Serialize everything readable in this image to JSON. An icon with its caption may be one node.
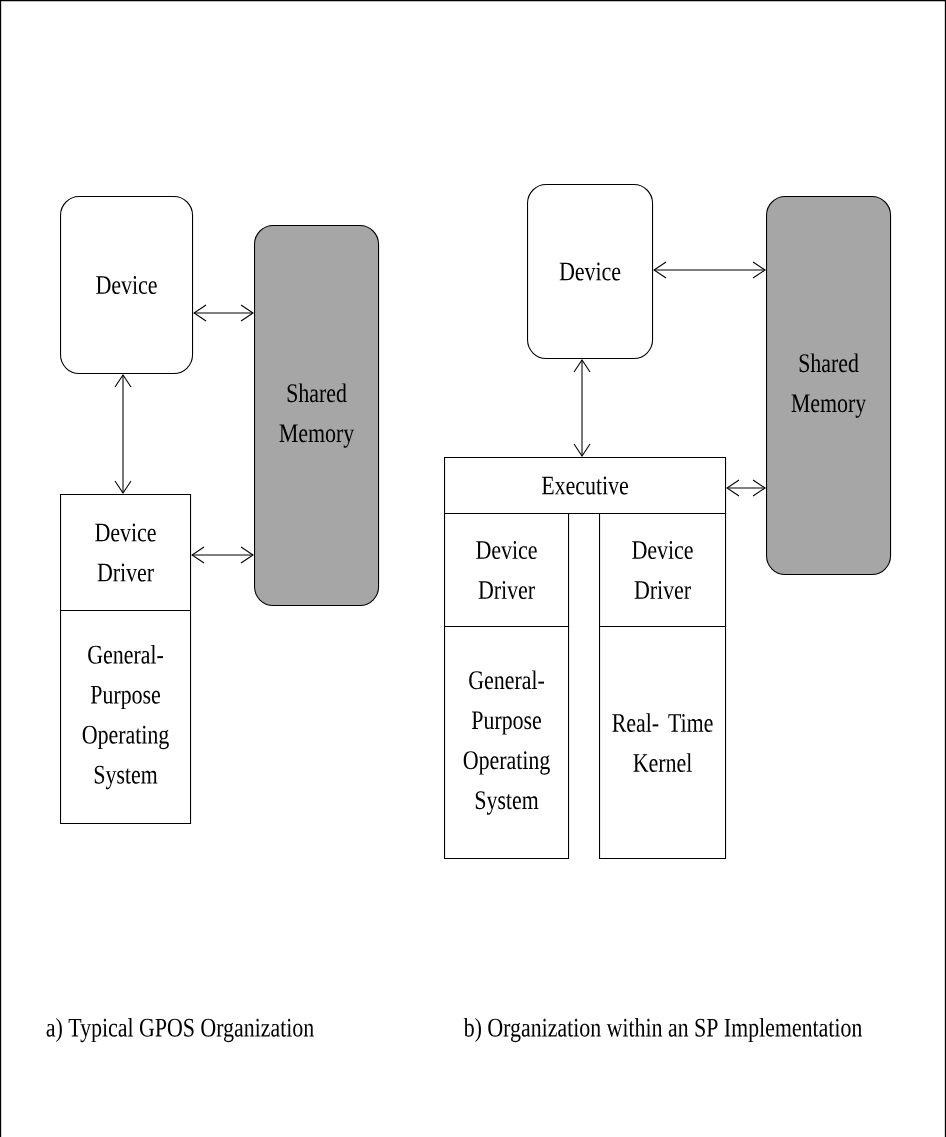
{
  "diagram": {
    "nodes": [
      {
        "text": [
          "Device"
        ]
      },
      {
        "text": [
          "Shared Memory"
        ]
      },
      {
        "text": [
          "Device Driver"
        ]
      },
      {
        "text": [
          "General- Purpose Operating System"
        ]
      },
      {
        "text": [
          "Device"
        ]
      },
      {
        "text": [
          "Shared Memory"
        ]
      },
      {
        "text": [
          "Executive"
        ]
      },
      {
        "text": [
          "Device Driver"
        ]
      },
      {
        "text": [
          "Device Driver"
        ]
      },
      {
        "text": [
          "General- Purpose Operating System"
        ]
      },
      {
        "text": [
          "Real- Time Kernel"
        ]
      }
    ],
    "edges": [
      {
        "from": 0,
        "to": 1,
        "arrow": "both"
      },
      {
        "from": 0,
        "to": 2,
        "arrow": "both"
      },
      {
        "from": 2,
        "to": 1,
        "arrow": "both"
      },
      {
        "from": 4,
        "to": 5,
        "arrow": "both"
      },
      {
        "from": 4,
        "to": 6,
        "arrow": "both"
      },
      {
        "from": 6,
        "to": 5,
        "arrow": "both"
      }
    ],
    "labels": [
      "a) Typical GPOS Organization",
      "b) Organization within an SP Implementation"
    ]
  }
}
